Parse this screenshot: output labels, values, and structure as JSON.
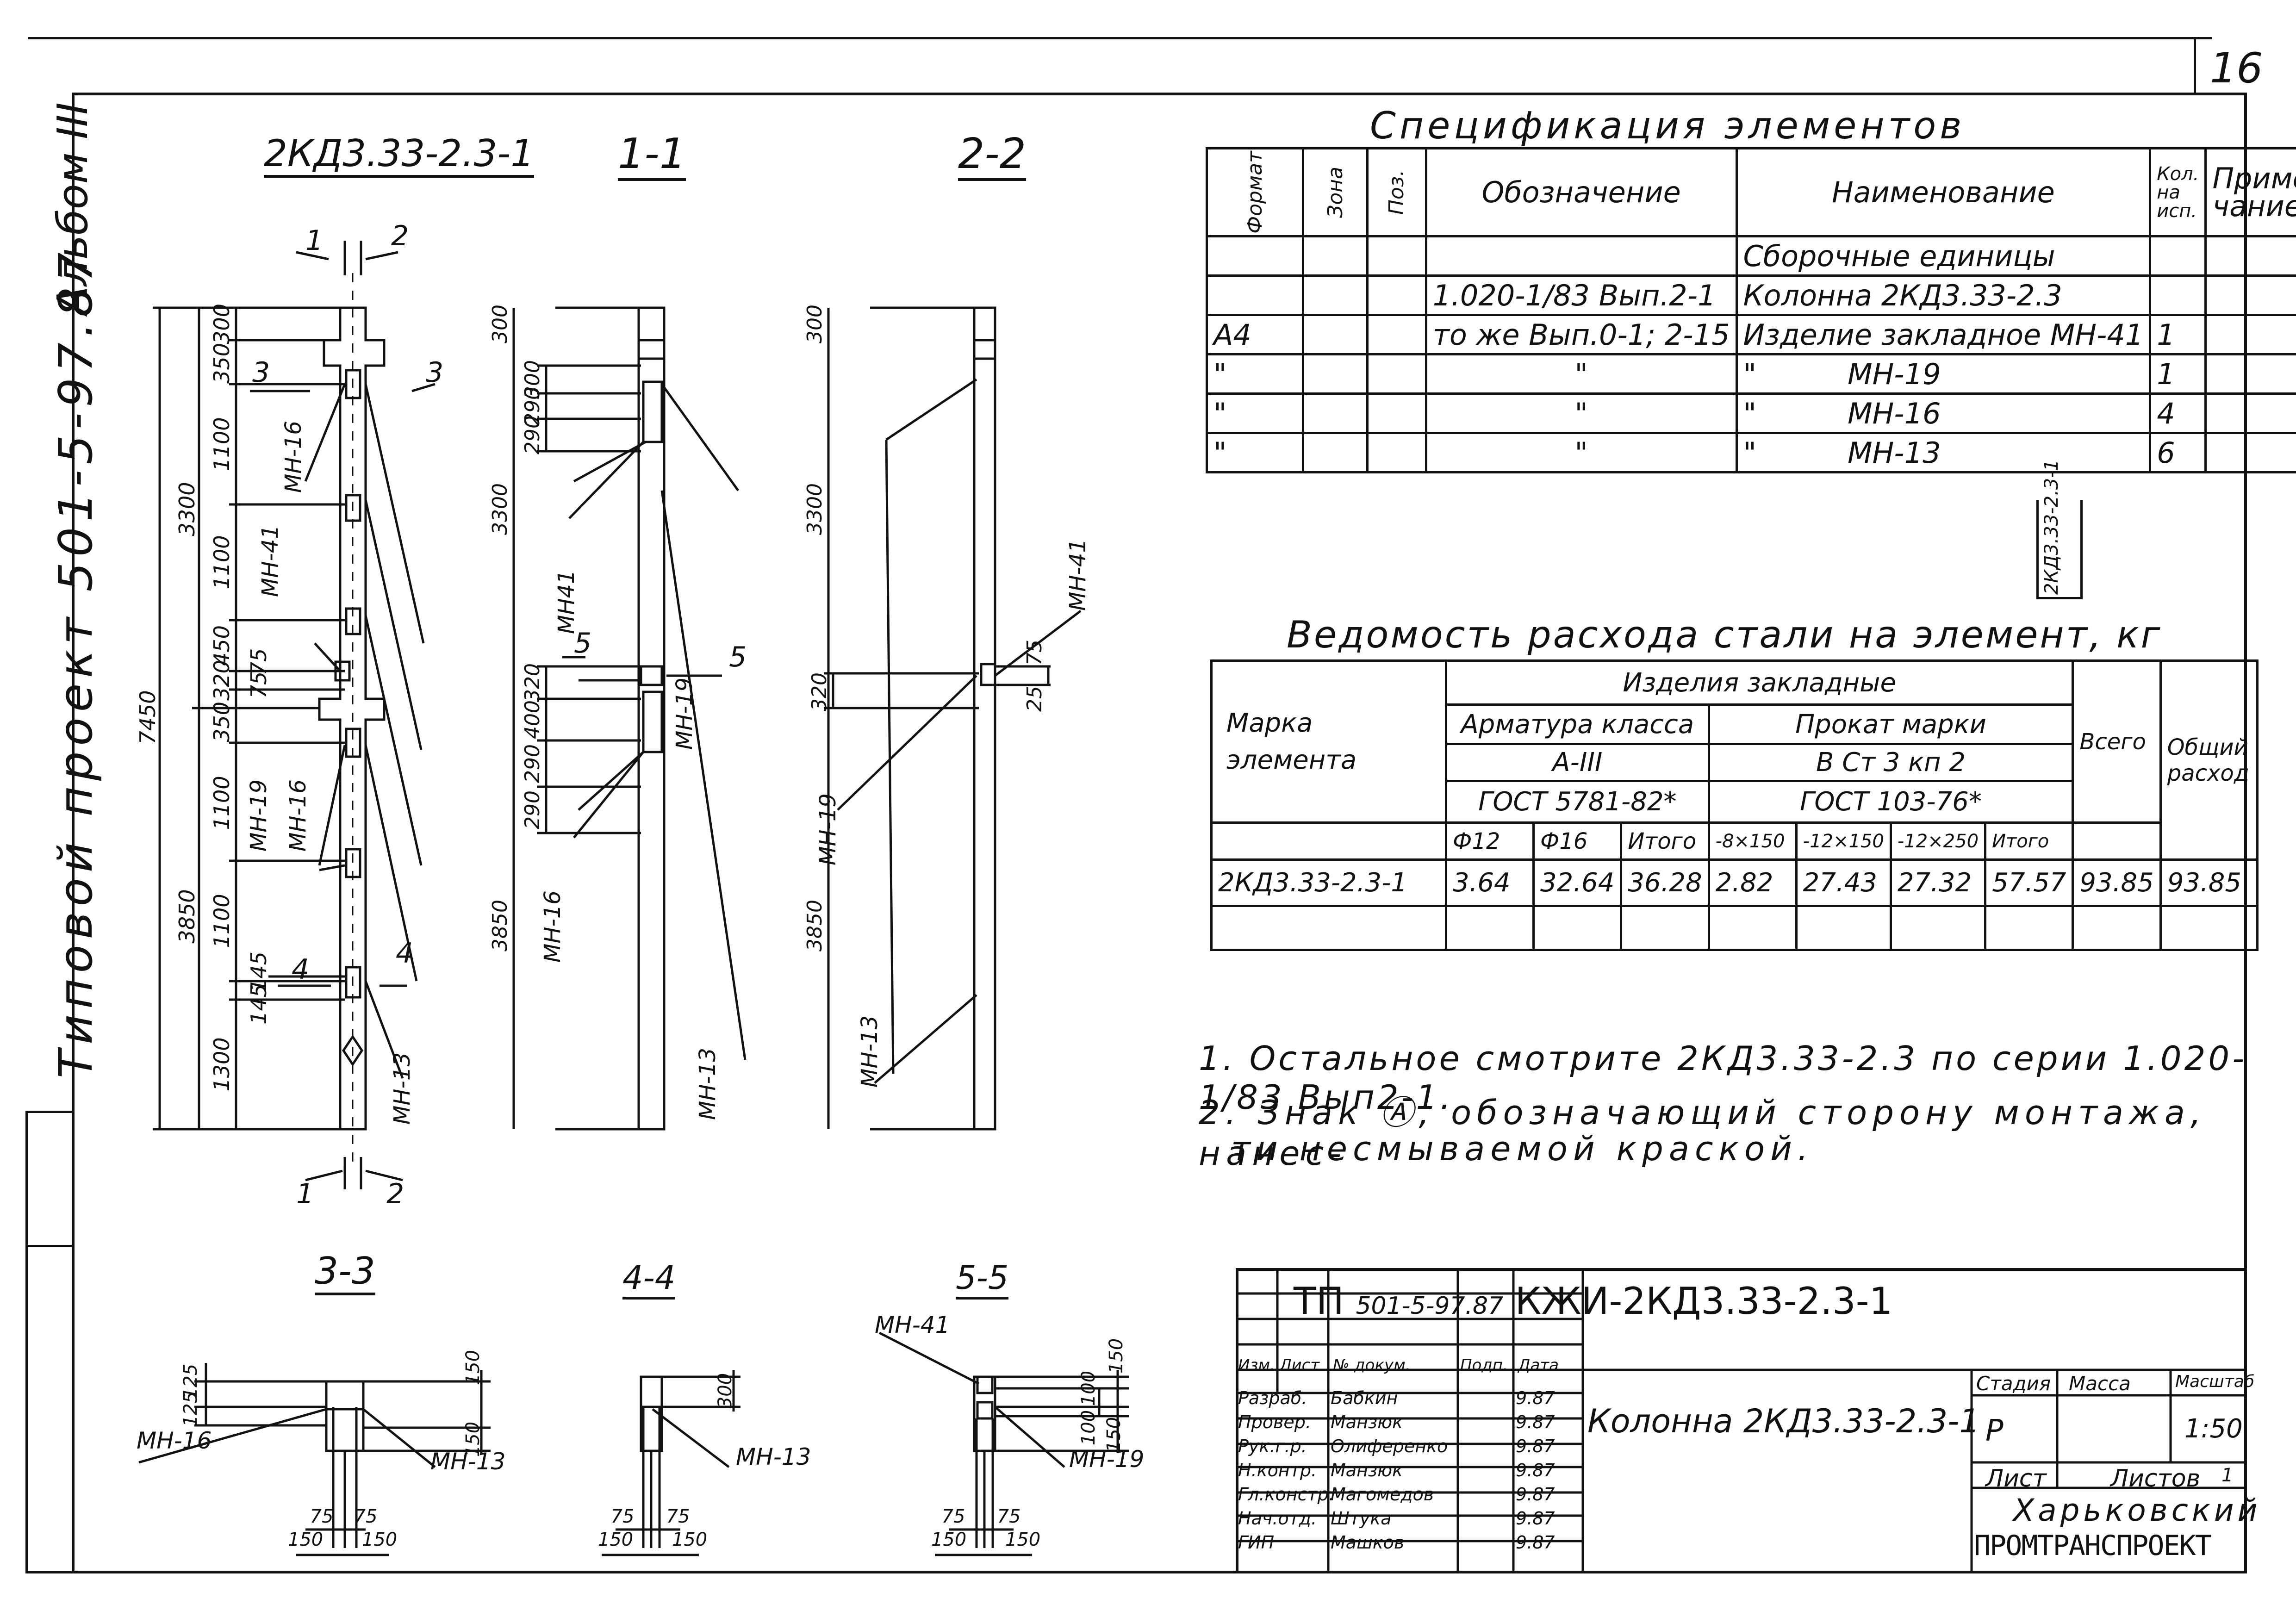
{
  "sheet": {
    "number": "16",
    "album": "Альбом III",
    "project": "Типовой проект 501-5-97.87"
  },
  "views": {
    "main_title": "2КД3.33-2.3-1",
    "section_1": "1-1",
    "section_2": "2-2",
    "section_3": "3-3",
    "section_4": "4-4",
    "section_5": "5-5"
  },
  "main_dims": {
    "total": "7450",
    "upper": "3300",
    "lower": "3850",
    "segments": [
      "300",
      "350",
      "1100",
      "1100",
      "450",
      "320",
      "350",
      "1100",
      "1100",
      "145",
      "145",
      "1300"
    ],
    "small": [
      "75",
      "75"
    ]
  },
  "sec1_dims": {
    "top": "300",
    "s1": [
      "300",
      "290",
      "290"
    ],
    "upper": "3300",
    "s2": [
      "320",
      "400",
      "290",
      "290"
    ],
    "lower": "3850"
  },
  "sec2_dims": {
    "top": "300",
    "upper": "3300",
    "s": "320",
    "lower": "3850",
    "s75": "75",
    "s25": "25"
  },
  "labels": {
    "mn16": "МН-16",
    "mn41": "МН-41",
    "mn19": "МН-19",
    "mn13": "МН-13",
    "mn_41_small": "МН41",
    "cut1": "1",
    "cut2": "2",
    "cut3": "3",
    "cut4": "4",
    "cut5": "5"
  },
  "details": {
    "d3": {
      "dims": [
        "125",
        "125",
        "150",
        "150",
        "75",
        "75",
        "150",
        "150"
      ],
      "left": "МН-16",
      "right": "МН-13"
    },
    "d4": {
      "dims": [
        "300",
        "75",
        "75",
        "150",
        "150"
      ],
      "right": "МН-13"
    },
    "d5": {
      "dims": [
        "150",
        "100",
        "100",
        "150",
        "150",
        "75",
        "75",
        "150",
        "150"
      ],
      "top": "МН-41",
      "right": "МН-19"
    }
  },
  "spec": {
    "title": "Спецификация элементов",
    "headers": {
      "format": "Формат",
      "zone": "Зона",
      "pos": "Поз.",
      "designation": "Обозначение",
      "name": "Наименование",
      "qty": "Кол. на исп.",
      "note": "Приме-чание"
    },
    "section": "Сборочные единицы",
    "rows": [
      {
        "format": "",
        "designation": "1.020-1/83 Вып.2-1",
        "name": "Колонна 2КД3.33-2.3",
        "qty": ""
      },
      {
        "format": "А4",
        "designation": "то же Вып.0-1; 2-15",
        "name": "Изделие закладное МН-41",
        "qty": "1"
      },
      {
        "format": "\"",
        "designation": "\"",
        "name": "\"          МН-19",
        "qty": "1"
      },
      {
        "format": "\"",
        "designation": "\"",
        "name": "\"          МН-16",
        "qty": "4"
      },
      {
        "format": "\"",
        "designation": "\"",
        "name": "\"          МН-13",
        "qty": "6"
      }
    ],
    "exec_label": "2КД3.33-2.3-1"
  },
  "steel": {
    "title": "Ведомость расхода стали на элемент, кг",
    "h_mark": "Марка элемента",
    "h_embedded": "Изделия закладные",
    "h_rebar": "Арматура класса",
    "h_rebar_class": "А-III",
    "h_rebar_gost": "ГОСТ 5781-82*",
    "h_rolled": "Прокат марки",
    "h_rolled_grade": "В Ст 3 кп 2",
    "h_rolled_gost": "ГОСТ 103-76*",
    "h_total": "Всего",
    "h_overall": "Общий расход",
    "cols": [
      "Ф12",
      "Ф16",
      "Итого",
      "-8×150",
      "-12×150",
      "-12×250",
      "Итого"
    ],
    "row": [
      "2КД3.33-2.3-1",
      "3.64",
      "32.64",
      "36.28",
      "2.82",
      "27.43",
      "27.32",
      "57.57",
      "93.85",
      "93.85"
    ]
  },
  "notes": [
    "1. Остальное смотрите 2КД3.33-2.3 по серии 1.020-1/83 Вып2-1.",
    "2. Знак Ⓐ, обозначающий сторону монтажа, нанес-",
    "ти несмываемой краской."
  ],
  "stamp": {
    "code_prefix": "ТП",
    "code_number": "501-5-97.87",
    "code_main": "КЖИ-2КД3.33-2.3-1",
    "name": "Колонна 2КД3.33-2.3-1",
    "heads": [
      "Изм.",
      "Лист",
      "№ докум.",
      "Подп.",
      "Дата"
    ],
    "people": [
      {
        "role": "Разраб.",
        "name": "Бабкин",
        "date": "9.87"
      },
      {
        "role": "Провер.",
        "name": "Манзюк",
        "date": "9.87"
      },
      {
        "role": "Рук.г.р.",
        "name": "Олиференко",
        "date": "9.87"
      },
      {
        "role": "Н.контр.",
        "name": "Манзюк",
        "date": "9.87"
      },
      {
        "role": "Гл.констр.",
        "name": "Магомедов",
        "date": "9.87"
      },
      {
        "role": "Нач.отд.",
        "name": "Штука",
        "date": "9.87"
      },
      {
        "role": "ГИП",
        "name": "Машков",
        "date": "9.87"
      }
    ],
    "stage_h": "Стадия",
    "mass_h": "Масса",
    "scale_h": "Масштаб",
    "stage": "Р",
    "scale": "1:50",
    "sheet_h": "Лист",
    "sheets_h": "Листов",
    "sheets": "1",
    "org1": "Харьковский",
    "org2": "ПРОМТРАНСПРОЕКТ"
  }
}
